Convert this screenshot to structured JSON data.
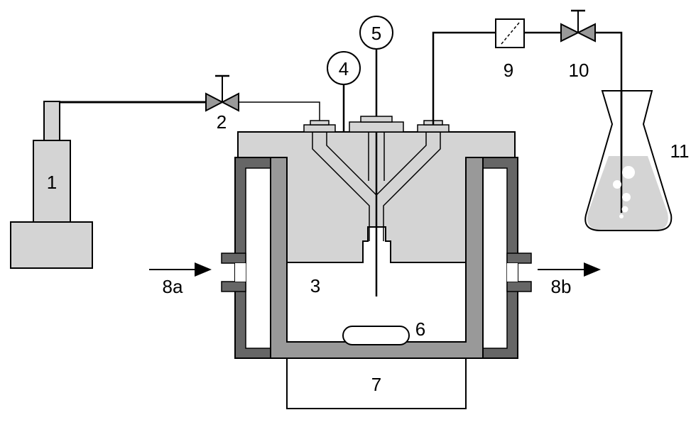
{
  "labels": {
    "pump": "1",
    "inlet_valve": "2",
    "reactor": "3",
    "port_4": "4",
    "port_5": "5",
    "stir_bar": "6",
    "stirrer_plate": "7",
    "jacket_in": "8a",
    "jacket_out": "8b",
    "filter": "9",
    "outlet_valve": "10",
    "flask": "11"
  },
  "colors": {
    "light_gray": "#d4d4d4",
    "mid_gray": "#999999",
    "dark_gray": "#666666",
    "line": "#000000",
    "background": "#ffffff"
  }
}
